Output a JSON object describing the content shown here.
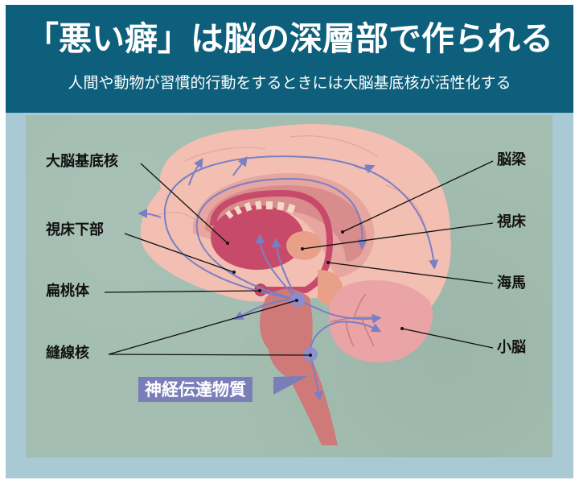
{
  "header": {
    "title": "「悪い癖」は脳の深層部で作られる",
    "subtitle": "人間や動物が習慣的行動をするときには大脳基底核が活性化する"
  },
  "colors": {
    "header_bg": "#0e5f7b",
    "frame_bg": "#a9c9d5",
    "panel_bg": "#a3bdb1",
    "brain_outer": "#f2bfb2",
    "brain_inner": "#e8a6a0",
    "basal_ganglia": "#c84a6a",
    "thalamus": "#e9a089",
    "brainstem": "#cf7a78",
    "cerebellum": "#eaa4a6",
    "nerve_paths": "#7a7fc4",
    "tag_bg": "#7a7eb8"
  },
  "labels_left": [
    {
      "id": "basal-ganglia",
      "text": "大脳基底核"
    },
    {
      "id": "hypothalamus",
      "text": "視床下部"
    },
    {
      "id": "amygdala",
      "text": "扁桃体"
    },
    {
      "id": "raphe-nucleus",
      "text": "縫線核"
    }
  ],
  "labels_right": [
    {
      "id": "corpus-callosum",
      "text": "脳梁"
    },
    {
      "id": "thalamus",
      "text": "視床"
    },
    {
      "id": "hippocampus",
      "text": "海馬"
    },
    {
      "id": "cerebellum",
      "text": "小脳"
    }
  ],
  "tag": {
    "text": "神経伝達物質"
  }
}
